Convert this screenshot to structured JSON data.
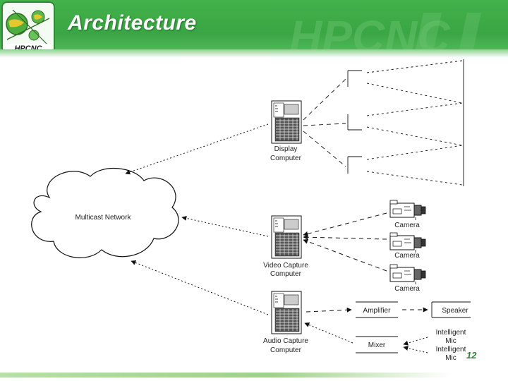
{
  "slide": {
    "title": "Architecture",
    "logo_text": "HPCNC",
    "watermark_text": "HPCNC",
    "page_number": "12"
  },
  "diagram": {
    "network_label": "Multicast Network",
    "display_computer": [
      "Display",
      "Computer"
    ],
    "video_computer": [
      "Video Capture",
      "Computer"
    ],
    "audio_computer": [
      "Audio Capture",
      "Computer"
    ],
    "camera_labels": [
      "Camera",
      "Camera",
      "Camera"
    ],
    "amplifier": "Amplifier",
    "speaker": "Speaker",
    "mixer": "Mixer",
    "mic_1": [
      "Intelligent",
      "Mic"
    ],
    "mic_2": [
      "Intelligent",
      "Mic"
    ]
  },
  "colors": {
    "header_green": "#3aa544",
    "accent_green": "#2e7d32"
  }
}
